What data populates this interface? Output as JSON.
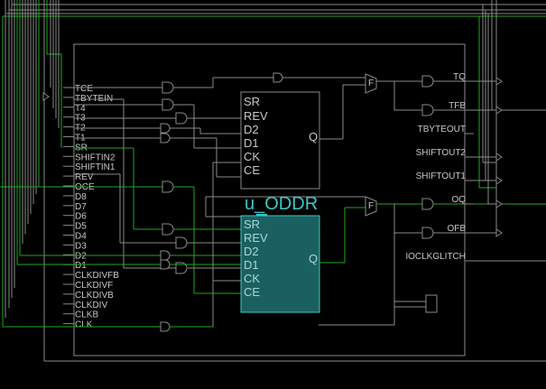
{
  "view": "schematic",
  "colors": {
    "background": "#000000",
    "wire": "#8a8a8a",
    "highlighted_net": "#1fa81f",
    "selected_cell_fill": "#1b6060",
    "selected_cell_border": "#3cc8c8",
    "text": "#c8c8c8"
  },
  "top_cell": {
    "input_ports": [
      "TCE",
      "TBYTEIN",
      "T4",
      "T3",
      "T2",
      "T1",
      "SR",
      "SHIFTIN2",
      "SHIFTIN1",
      "REV",
      "OCE",
      "D8",
      "D7",
      "D6",
      "D5",
      "D4",
      "D3",
      "D2",
      "D1",
      "CLKDIVFB",
      "CLKDIVF",
      "CLKDIVB",
      "CLKDIV",
      "CLKB",
      "CLK"
    ],
    "output_ports": [
      "TQ",
      "TFB",
      "TBYTEOUT",
      "SHIFTOUT2",
      "SHIFTOUT1",
      "OQ",
      "OFB",
      "IOCLKGLITCH"
    ]
  },
  "cells": {
    "tddr": {
      "name": "",
      "pins_in": [
        "SR",
        "REV",
        "D2",
        "D1",
        "CK",
        "CE"
      ],
      "pin_out": "Q"
    },
    "oddr": {
      "name": "u_ODDR",
      "selected": true,
      "pins_in": [
        "SR",
        "REV",
        "D2",
        "D1",
        "CK",
        "CE"
      ],
      "pin_out": "Q"
    }
  },
  "mux_labels": {
    "t_mux": "F",
    "o_mux": "F"
  }
}
